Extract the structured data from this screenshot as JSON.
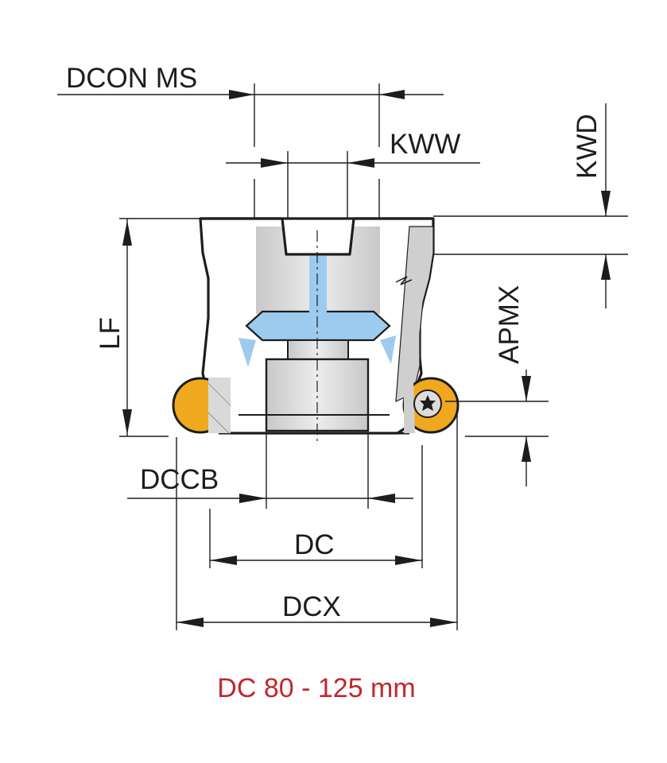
{
  "labels": {
    "dcon_ms": "DCON MS",
    "kww": "KWW",
    "kwd": "KWD",
    "lf": "LF",
    "apmx": "APMX",
    "dccb": "DCCB",
    "dc": "DC",
    "dcx": "DCX"
  },
  "caption": "DC 80 - 125 mm",
  "colors": {
    "caption": "#c1272d",
    "body_fill": "#d9d9d9",
    "coolant": "#9ccbef",
    "insert": "#f0a81e",
    "line": "#1d1d1b"
  }
}
